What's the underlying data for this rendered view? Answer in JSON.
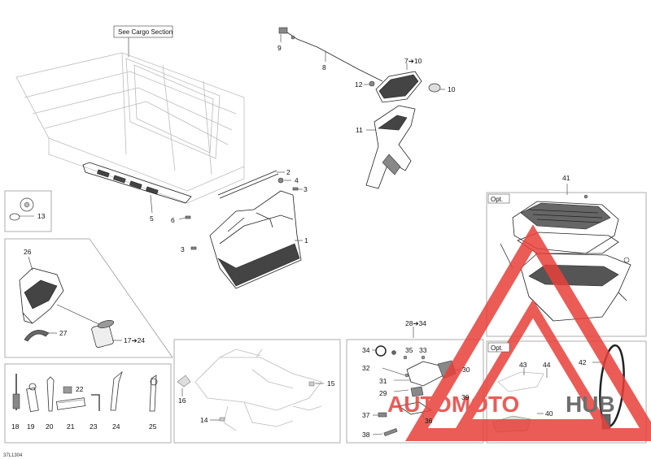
{
  "top_note": "See Cargo Section",
  "drawing_code": "37L1304",
  "watermark": {
    "part1": "AUTOMOTO",
    "part2": "HUB",
    "red": "#e8403a",
    "dark": "#555555"
  },
  "callouts": {
    "c1": "1",
    "c2": "2",
    "c3a": "3",
    "c3b": "3",
    "c4": "4",
    "c5": "5",
    "c6": "6",
    "c7": "7➔10",
    "c8": "8",
    "c9": "9",
    "c10": "10",
    "c11": "11",
    "c12": "12",
    "c13": "13",
    "c14": "14",
    "c15": "15",
    "c16": "16",
    "c17": "17➔24",
    "c18": "18",
    "c19": "19",
    "c20": "20",
    "c21": "21",
    "c22": "22",
    "c23": "23",
    "c24": "24",
    "c25": "25",
    "c26": "26",
    "c27": "27",
    "c28": "28➔34",
    "c29": "29",
    "c30": "30",
    "c31": "31",
    "c32": "32",
    "c33": "33",
    "c34": "34",
    "c35": "35",
    "c36": "36",
    "c37": "37",
    "c38": "38",
    "c39": "39",
    "c40": "40",
    "c41": "41",
    "c42": "42",
    "c43": "43",
    "c44": "44"
  },
  "opt_tags": {
    "box41": "Opt.",
    "box42": "Opt."
  }
}
